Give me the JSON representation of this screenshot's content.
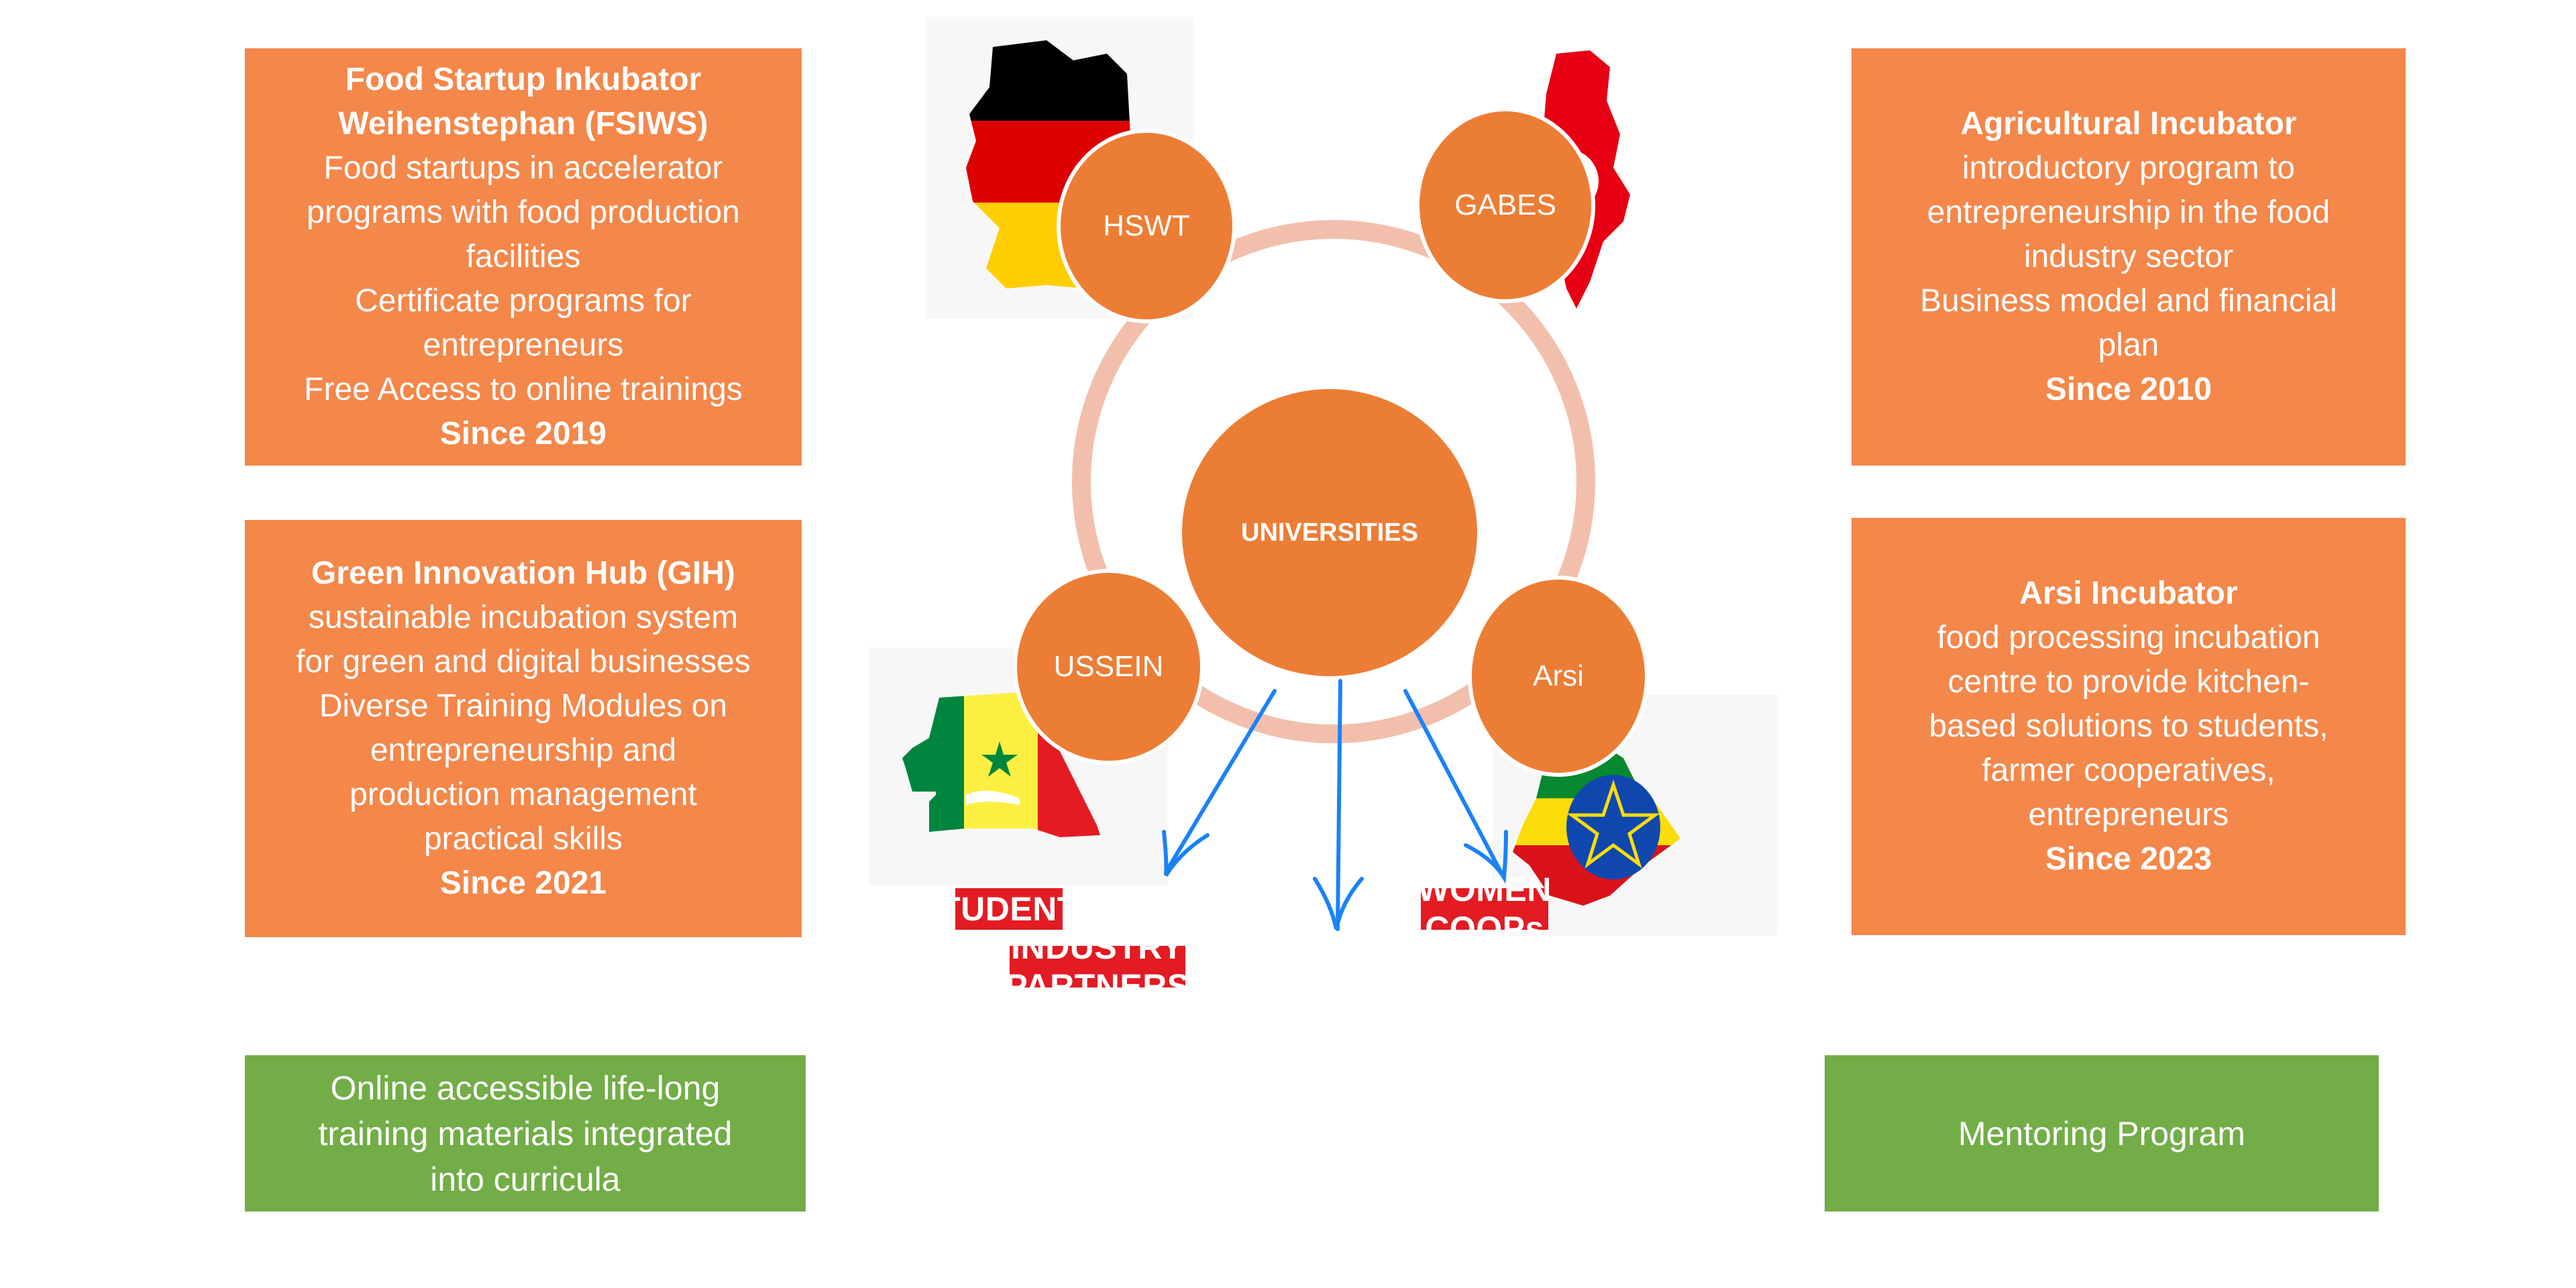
{
  "left_boxes": [
    {
      "title_lines": [
        "Food Startup Inkubator",
        "Weihenstephan (FSIWS)"
      ],
      "lines": [
        "Food startups in accelerator",
        "programs with food production",
        "facilities",
        "Certificate programs for",
        "entrepreneurs",
        "Free Access to online trainings"
      ],
      "since": "Since 2019"
    },
    {
      "title_lines": [
        "Green Innovation Hub (GIH)"
      ],
      "lines": [
        "sustainable incubation system",
        "for green and digital businesses",
        "Diverse Training Modules on",
        "entrepreneurship and",
        "production management",
        "practical skills"
      ],
      "since": "Since 2021"
    }
  ],
  "right_boxes": [
    {
      "title_lines": [
        "Agricultural Incubator"
      ],
      "lines": [
        "introductory program to",
        "entrepreneurship in the food",
        "industry sector",
        "Business model and financial",
        "plan"
      ],
      "since": "Since 2010"
    },
    {
      "title_lines": [
        "Arsi Incubator"
      ],
      "lines": [
        "food processing incubation",
        "centre to provide kitchen-",
        "based solutions to students,",
        "farmer cooperatives,",
        "entrepreneurs"
      ],
      "since": "Since 2023"
    }
  ],
  "bottom_left_green": [
    "Online accessible life-long",
    "training materials integrated",
    "into curricula"
  ],
  "bottom_right_green": "Mentoring Program",
  "hub": {
    "center": "UNIVERSITIES",
    "nodes": [
      "HSWT",
      "GABES",
      "USSEIN",
      "Arsi"
    ]
  },
  "flags": {
    "germany": "Germany map flag",
    "tunisia": "Tunisia map flag",
    "senegal": "Senegal map flag",
    "ethiopia": "Ethiopia map flag"
  },
  "targets": {
    "students": "STUDENTS",
    "women_coops": "WOMEN COOPs",
    "industry_partners": "INDUSTRY PARTNERS"
  },
  "colors": {
    "orange_box": "#F4874A",
    "hub_orange": "#EC7D35",
    "ring": "#F3BFAD",
    "green_box": "#72AD47",
    "red_tag": "#E31B23",
    "arrow_blue": "#1A82F7"
  }
}
